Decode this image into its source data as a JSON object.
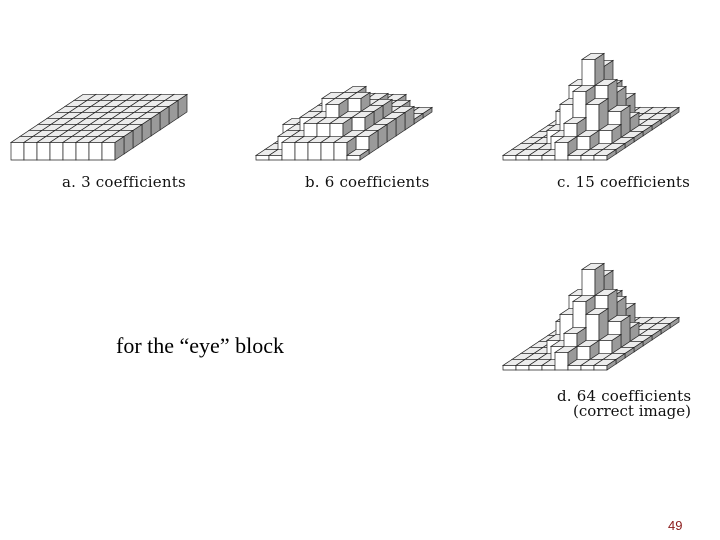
{
  "panels": [
    {
      "caption": "a.  3 coefficients",
      "heights": [
        [
          1,
          1,
          1,
          1,
          1,
          1,
          1,
          1
        ],
        [
          1,
          1,
          1,
          1,
          1,
          1,
          1,
          1
        ],
        [
          1,
          1,
          1,
          1,
          1,
          1,
          1,
          1
        ],
        [
          1,
          1,
          1,
          1,
          1,
          1,
          1,
          1
        ],
        [
          1,
          1,
          1,
          1,
          1,
          1,
          1,
          1
        ],
        [
          1,
          1,
          1,
          1,
          1,
          1,
          1,
          1
        ],
        [
          1,
          1,
          1,
          1,
          1,
          1,
          1,
          1
        ],
        [
          1,
          1,
          1,
          1,
          1,
          1,
          1,
          1
        ]
      ]
    },
    {
      "caption": "b.  6 coefficients",
      "heights": [
        [
          0,
          0,
          1,
          1,
          1,
          1,
          1,
          0
        ],
        [
          0,
          1,
          1,
          2,
          2,
          2,
          1,
          1
        ],
        [
          0,
          1,
          2,
          2,
          3,
          2,
          2,
          1
        ],
        [
          1,
          1,
          2,
          3,
          3,
          3,
          2,
          1
        ],
        [
          0,
          1,
          2,
          2,
          3,
          2,
          2,
          1
        ],
        [
          0,
          1,
          1,
          2,
          2,
          2,
          1,
          1
        ],
        [
          0,
          0,
          1,
          1,
          1,
          1,
          1,
          0
        ],
        [
          0,
          0,
          0,
          1,
          1,
          1,
          0,
          0
        ]
      ]
    },
    {
      "caption": "c.  15 coefficients",
      "heights": [
        [
          0,
          0,
          0,
          0,
          1,
          0,
          0,
          0
        ],
        [
          0,
          0,
          0,
          1,
          2,
          1,
          0,
          0
        ],
        [
          0,
          0,
          1,
          3,
          4,
          3,
          1,
          0
        ],
        [
          0,
          0,
          2,
          4,
          6,
          4,
          2,
          0
        ],
        [
          0,
          0,
          1,
          3,
          5,
          3,
          1,
          0
        ],
        [
          0,
          0,
          0,
          2,
          3,
          2,
          0,
          0
        ],
        [
          0,
          0,
          0,
          0,
          1,
          0,
          0,
          0
        ],
        [
          0,
          0,
          0,
          0,
          0,
          0,
          0,
          0
        ]
      ]
    },
    {
      "caption": "d.  64 coefficients",
      "subcaption": "(correct image)",
      "heights": [
        [
          0,
          0,
          0,
          0,
          1,
          0,
          0,
          0
        ],
        [
          0,
          0,
          0,
          1,
          2,
          1,
          0,
          0
        ],
        [
          0,
          0,
          1,
          3,
          4,
          3,
          1,
          0
        ],
        [
          0,
          0,
          2,
          4,
          6,
          4,
          2,
          0
        ],
        [
          0,
          0,
          1,
          3,
          5,
          3,
          1,
          0
        ],
        [
          0,
          0,
          0,
          2,
          3,
          2,
          0,
          0
        ],
        [
          0,
          0,
          0,
          0,
          1,
          0,
          0,
          0
        ],
        [
          0,
          0,
          0,
          0,
          0,
          0,
          0,
          0
        ]
      ]
    }
  ],
  "slide_text": "for the “eye” block",
  "page_number": "49",
  "colors": {
    "top": "#ececec",
    "left": "#ffffff",
    "right": "#9a9a9a",
    "edge": "#222222"
  }
}
